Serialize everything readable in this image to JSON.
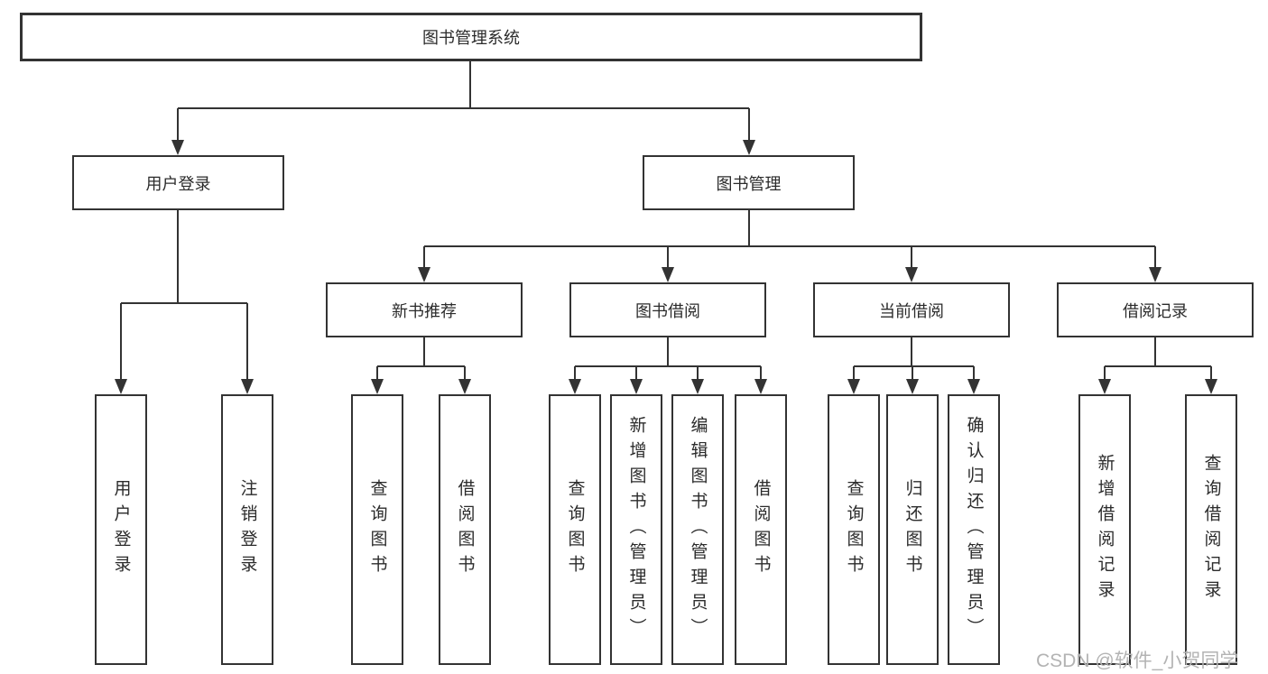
{
  "diagram": {
    "title": "图书管理系统",
    "tree": {
      "root": {
        "label": "图书管理系统",
        "children": [
          {
            "label": "用户登录",
            "children": [
              {
                "label": "用户登录"
              },
              {
                "label": "注销登录"
              }
            ]
          },
          {
            "label": "图书管理",
            "children": [
              {
                "label": "新书推荐",
                "children": [
                  {
                    "label": "查询图书"
                  },
                  {
                    "label": "借阅图书"
                  }
                ]
              },
              {
                "label": "图书借阅",
                "children": [
                  {
                    "label": "查询图书"
                  },
                  {
                    "label": "新增图书（管理员）"
                  },
                  {
                    "label": "编辑图书（管理员）"
                  },
                  {
                    "label": "借阅图书"
                  }
                ]
              },
              {
                "label": "当前借阅",
                "children": [
                  {
                    "label": "查询图书"
                  },
                  {
                    "label": "归还图书"
                  },
                  {
                    "label": "确认归还（管理员）"
                  }
                ]
              },
              {
                "label": "借阅记录",
                "children": [
                  {
                    "label": "新增借阅记录"
                  },
                  {
                    "label": "查询借阅记录"
                  }
                ]
              }
            ]
          }
        ]
      }
    },
    "colors": {
      "line": "#333333",
      "box_border": "#333333",
      "box_background": "#ffffff",
      "text": "#2b2b2b",
      "watermark": "#b3b3b3",
      "background": "#ffffff"
    }
  },
  "watermark": {
    "text": "CSDN @软件_小贺同学"
  }
}
